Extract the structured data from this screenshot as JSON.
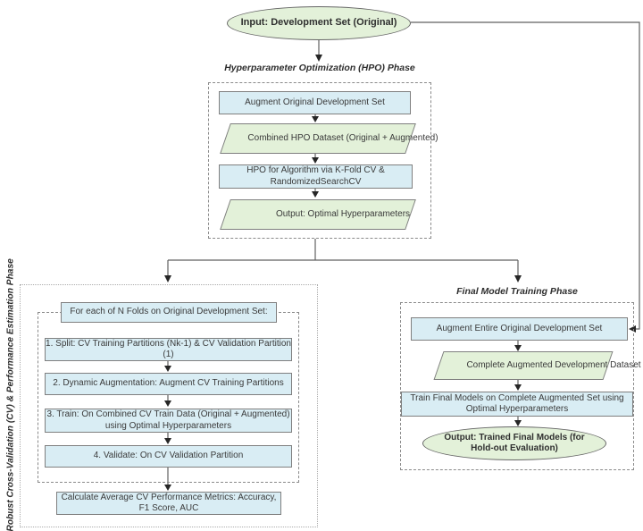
{
  "input_node": {
    "label": "Input: Development Set (Original)"
  },
  "hpo_phase": {
    "title": "Hyperparameter Optimization (HPO) Phase",
    "steps": [
      "Augment Original Development Set",
      "Combined HPO Dataset (Original + Augmented)",
      "HPO for Algorithm  via K-Fold CV & RandomizedSearchCV",
      "Output: Optimal Hyperparameters"
    ]
  },
  "cv_phase": {
    "side_label": "Robust Cross-Validation (CV) & Performance Estimation Phase",
    "loop_header": "For each of N Folds on Original Development Set:",
    "steps": [
      "1. Split: CV Training Partitions (Nk-1) & CV Validation Partition (1)",
      "2. Dynamic Augmentation: Augment CV Training Partitions",
      "3. Train: On Combined CV Train Data (Original + Augmented) using Optimal Hyperparameters",
      "4. Validate: On CV Validation Partition"
    ],
    "result": "Calculate Average CV Performance Metrics: Accuracy, F1 Score, AUC"
  },
  "final_phase": {
    "title": "Final Model Training Phase",
    "steps": [
      "Augment Entire Original Development Set",
      "Complete Augmented Development Dataset",
      "Train Final Models on Complete Augmented Set using Optimal Hyperparameters"
    ],
    "output": "Output: Trained Final Models (for Hold-out Evaluation)"
  },
  "colors": {
    "node_blue": "#d9edf4",
    "node_green": "#e3f1d9",
    "border_gray": "#7f7f7f",
    "line_gray": "#616161"
  }
}
